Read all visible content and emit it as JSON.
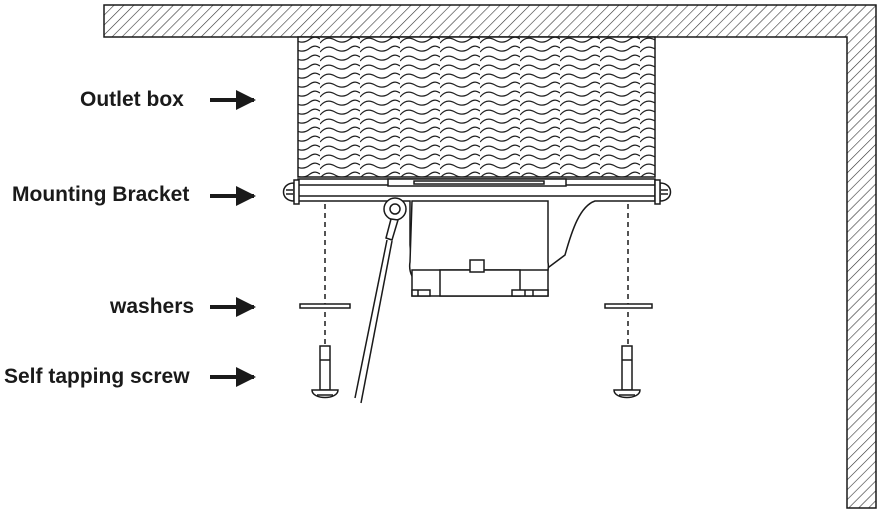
{
  "labels": {
    "outlet_box": "Outlet box",
    "mounting_bracket": "Mounting Bracket",
    "washers": "washers",
    "self_tapping_screw": "Self tapping screw"
  },
  "colors": {
    "line": "#1a1a1a",
    "hatch": "#333333",
    "background": "#ffffff"
  }
}
